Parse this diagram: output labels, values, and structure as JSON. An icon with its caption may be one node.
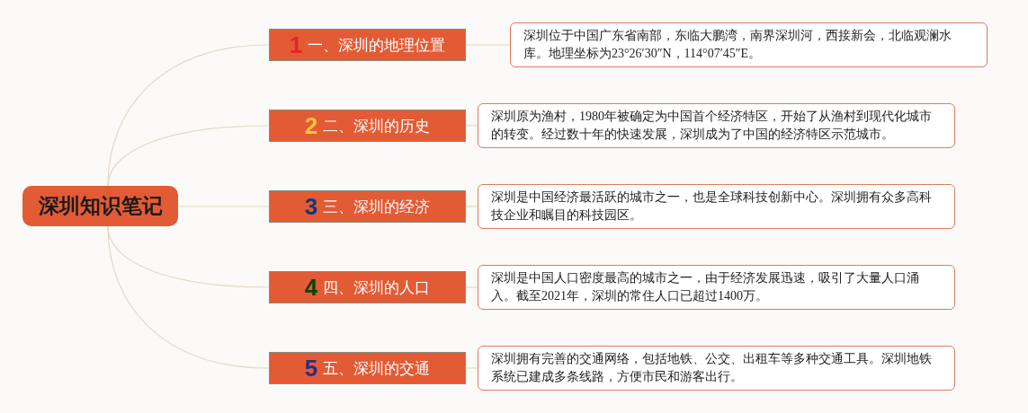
{
  "diagram": {
    "nodes": [
      {
        "text": [
          "深圳知识笔记"
        ]
      },
      {
        "text": [
          "1",
          "一、深圳的地理位置"
        ]
      },
      {
        "text": [
          "2",
          "二、深圳的历史"
        ]
      },
      {
        "text": [
          "3",
          "三、深圳的经济"
        ]
      },
      {
        "text": [
          "4",
          "四、深圳的人口"
        ]
      },
      {
        "text": [
          "5",
          "五、深圳的交通"
        ]
      },
      {
        "text": [
          "深圳位于中国广东省南部，东临大鹏湾，南界深圳河，西接新会，北临观澜水库。地理坐标为23°26′30″N，114°07′45″E。"
        ]
      },
      {
        "text": [
          "深圳原为渔村，1980年被确定为中国首个经济特区，开始了从渔村到现代化城市的转变。经过数十年的快速发展，深圳成为了中国的经济特区示范城市。"
        ]
      },
      {
        "text": [
          "深圳是中国经济最活跃的城市之一，也是全球科技创新中心。深圳拥有众多高科技企业和瞩目的科技园区。"
        ]
      },
      {
        "text": [
          "深圳是中国人口密度最高的城市之一，由于经济发展迅速，吸引了大量人口涌入。截至2021年，深圳的常住人口已超过1400万。"
        ]
      },
      {
        "text": [
          "深圳拥有完善的交通网络，包括地铁、公交、出租车等多种交通工具。深圳地铁系统已建成多条线路，方便市民和游客出行。"
        ]
      }
    ],
    "edges": [
      {
        "from": 0,
        "to": 1,
        "arrow": "none"
      },
      {
        "from": 0,
        "to": 2,
        "arrow": "none"
      },
      {
        "from": 0,
        "to": 3,
        "arrow": "none"
      },
      {
        "from": 0,
        "to": 4,
        "arrow": "none"
      },
      {
        "from": 0,
        "to": 5,
        "arrow": "none"
      },
      {
        "from": 1,
        "to": 6,
        "arrow": "none"
      },
      {
        "from": 2,
        "to": 7,
        "arrow": "none"
      },
      {
        "from": 3,
        "to": 8,
        "arrow": "none"
      },
      {
        "from": 4,
        "to": 9,
        "arrow": "none"
      },
      {
        "from": 5,
        "to": 10,
        "arrow": "none"
      }
    ]
  }
}
